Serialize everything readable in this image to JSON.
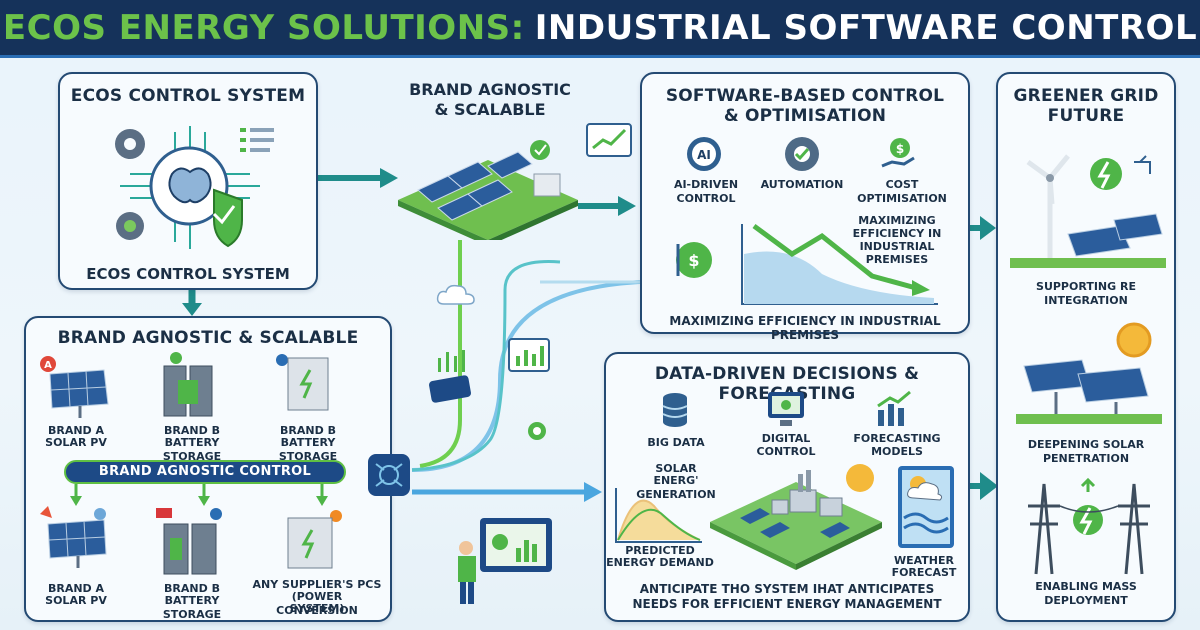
{
  "header": {
    "title_green": "ECOS ENERGY SOLUTIONS:",
    "title_white": "INDUSTRIAL SOFTWARE CONTROL"
  },
  "ecos_panel": {
    "title": "ECOS CONTROL SYSTEM",
    "caption": "ECOS CONTROL SYSTEM"
  },
  "brand_top": {
    "title_line1": "BRAND AGNOSTIC",
    "title_line2": "& SCALABLE"
  },
  "brand_panel": {
    "title": "BRAND AGNOSTIC & SCALABLE",
    "control_label": "BRAND AGNOSTIC CONTROL",
    "items": [
      {
        "line1": "BRAND A",
        "line2": "SOLAR PV"
      },
      {
        "line1": "BRAND B",
        "line2": "BATTERY STORAGE"
      },
      {
        "line1": "BRAND B",
        "line2": "BATTERY STORAGE"
      },
      {
        "line1": "BRAND A",
        "line2": "SOLAR PV"
      },
      {
        "line1": "BRAND B",
        "line2": "BATTERY STORAGE"
      },
      {
        "line1": "ANY SUPPLIER'S PCS",
        "line2": "(POWER CONVERSION",
        "line3": "SYSTEM)"
      }
    ]
  },
  "software_panel": {
    "title_line1": "SOFTWARE-BASED CONTROL",
    "title_line2": "& OPTIMISATION",
    "items": [
      {
        "icon_text": "AI",
        "line1": "AI-DRIVEN",
        "line2": "CONTROL"
      },
      {
        "line1": "AUTOMATION",
        "line2": ""
      },
      {
        "line1": "COST",
        "line2": "OPTIMISATION"
      }
    ],
    "chart_note": [
      "MAXIMIZING",
      "EFFICIENCY IN",
      "INDUSTRIAL",
      "PREMISES"
    ],
    "caption": "MAXIMIZING EFFICIENCY IN INDUSTRIAL PREMISES"
  },
  "data_panel": {
    "title": "DATA-DRIVEN DECISIONS & FORECASTING",
    "items": [
      {
        "line1": "BIG DATA",
        "line2": ""
      },
      {
        "line1": "DIGITAL",
        "line2": "CONTROL"
      },
      {
        "line1": "FORECASTING",
        "line2": "MODELS"
      }
    ],
    "solar_label_line1": "SOLAR",
    "solar_label_line2": "ENERG' GENERATION",
    "demand_label_line1": "PREDICTED",
    "demand_label_line2": "ENERGY DEMAND",
    "weather_line1": "WEATHER",
    "weather_line2": "FORECAST",
    "caption_line1": "ANTICIPATE THO SYSTEM IHAT ANTICIPATES",
    "caption_line2": "NEEDS FOR EFFICIENT ENERGY MANAGEMENT"
  },
  "greener_panel": {
    "title_line1": "GREENER GRID",
    "title_line2": "FUTURE",
    "items": [
      {
        "line1": "SUPPORTING RE",
        "line2": "INTEGRATION"
      },
      {
        "line1": "DEEPENING SOLAR",
        "line2": "PENETRATION"
      },
      {
        "line1": "ENABLING MASS",
        "line2": "DEPLOYMENT"
      }
    ]
  },
  "colors": {
    "navy": "#15325a",
    "green": "#6cc24a",
    "blue": "#2a6db3",
    "teal": "#1f8c8a"
  }
}
